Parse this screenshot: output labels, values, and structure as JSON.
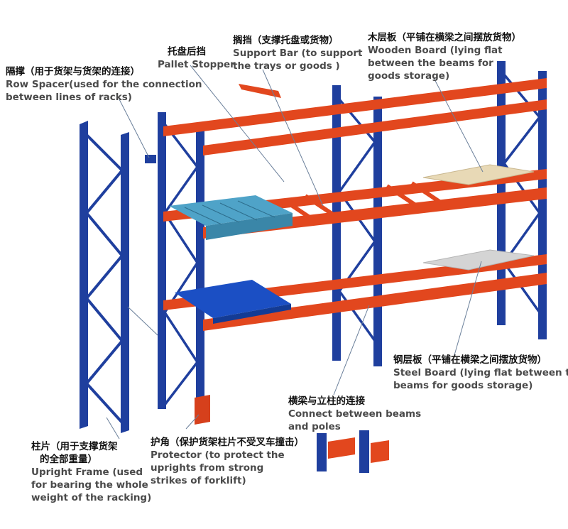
{
  "labels": {
    "row_spacer": {
      "zh": "隔撑（用于货架与货架的连接）",
      "en1": "Row Spacer(used for the connection",
      "en2": "between lines of racks)"
    },
    "pallet_stopper": {
      "zh": "托盘后挡",
      "en1": "Pallet Stopper"
    },
    "support_bar": {
      "zh": "搁挡（支撑托盘或货物）",
      "en1": "Support Bar (to support",
      "en2": "the trays or goods )"
    },
    "wooden_board": {
      "zh": "木层板（平铺在横梁之间摆放货物）",
      "en1": "Wooden Board (lying flat",
      "en2": "between the beams for",
      "en3": "goods storage)"
    },
    "steel_board": {
      "zh": "钢层板（平铺在横梁之间摆放货物）",
      "en1": "Steel Board (lying flat between the",
      "en2": "beams for goods storage)"
    },
    "connect": {
      "zh": "横梁与立柱的连接",
      "en1": "Connect between beams",
      "en2": "and poles"
    },
    "upright_frame": {
      "zh1": "柱片（用于支撑货架",
      "zh2": "的全部重量）",
      "en1": "Upright Frame (used",
      "en2": "for bearing the whole",
      "en3": "weight of the racking)"
    },
    "protector": {
      "zh": "护角（保护货架柱片不受叉车撞击）",
      "en1": "Protector (to protect the",
      "en2": "uprights from strong",
      "en3": "strikes of forklift)"
    }
  },
  "colors": {
    "upright": "#1f3f9e",
    "upright_dark": "#142b73",
    "beam": "#e2471e",
    "beam_dark": "#b8330f",
    "pallet_light": "#4fa3c8",
    "pallet_blue": "#1b4fc4",
    "wood": "#e8d9b6",
    "steel": "#d4d4d4",
    "protector": "#d6401c",
    "leader": "#6a7f9a"
  }
}
